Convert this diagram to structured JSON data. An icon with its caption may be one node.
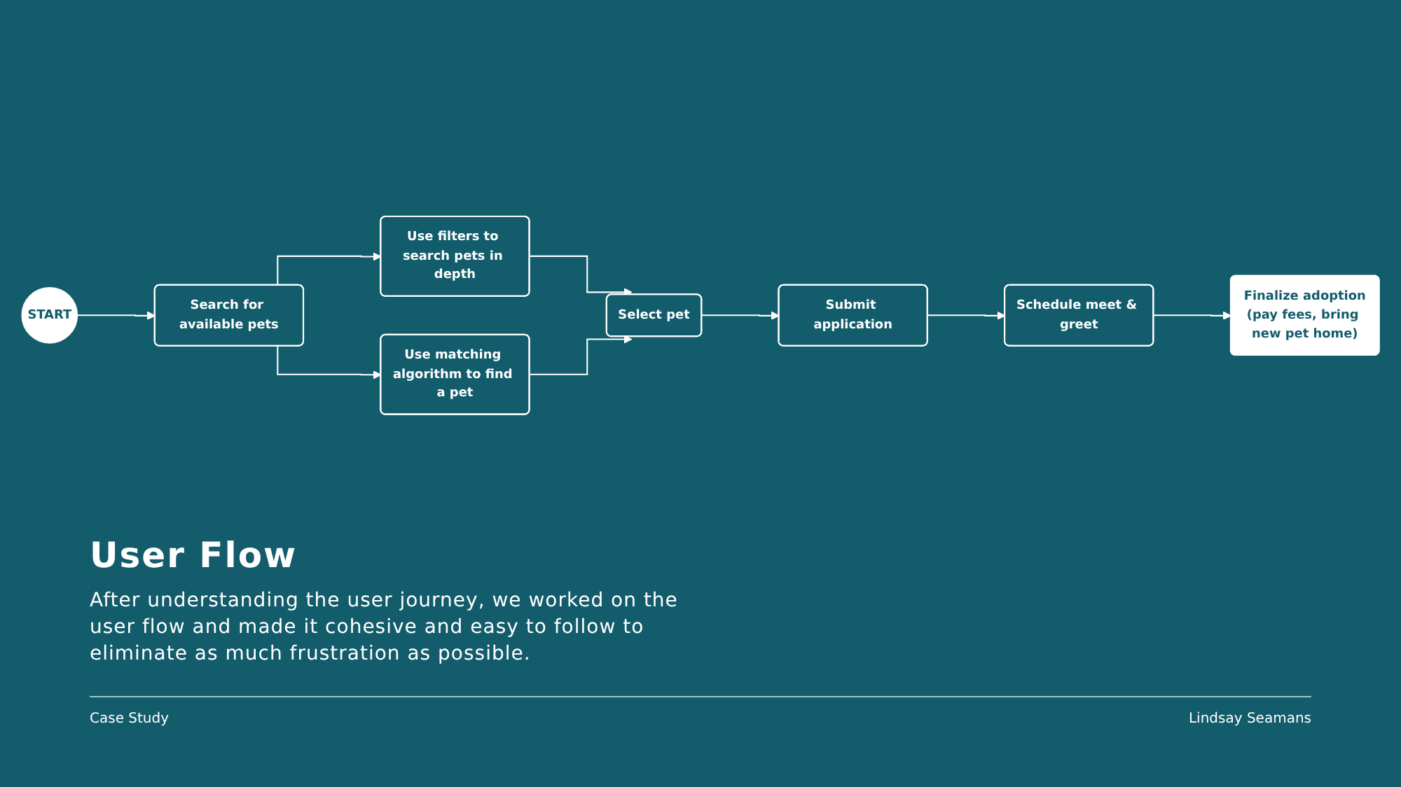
{
  "diagram": {
    "title": "User Flow",
    "caption": "After understanding the user journey, we worked on the user flow and made it cohesive and easy to follow to eliminate as much frustration as possible.",
    "nodes": [
      {
        "text": [
          "START"
        ]
      },
      {
        "text": [
          "Search for available pets"
        ]
      },
      {
        "text": [
          "Use filters to search pets in depth"
        ]
      },
      {
        "text": [
          "Use matching algorithm to find a pet"
        ]
      },
      {
        "text": [
          "Select pet"
        ]
      },
      {
        "text": [
          "Submit application"
        ]
      },
      {
        "text": [
          "Schedule meet & greet"
        ]
      },
      {
        "text": [
          "Finalize adoption",
          "(pay fees, bring new pet home)"
        ]
      }
    ],
    "edges": [
      {
        "from": 0,
        "to": 1,
        "arrow": "to"
      },
      {
        "from": 1,
        "to": 2,
        "arrow": "to"
      },
      {
        "from": 1,
        "to": 3,
        "arrow": "to"
      },
      {
        "from": 2,
        "to": 4,
        "arrow": "to"
      },
      {
        "from": 3,
        "to": 4,
        "arrow": "to"
      },
      {
        "from": 4,
        "to": 5,
        "arrow": "to"
      },
      {
        "from": 5,
        "to": 6,
        "arrow": "to"
      },
      {
        "from": 6,
        "to": 7,
        "arrow": "to"
      }
    ],
    "labels": [
      "Case Study",
      "Lindsay Seamans"
    ]
  }
}
